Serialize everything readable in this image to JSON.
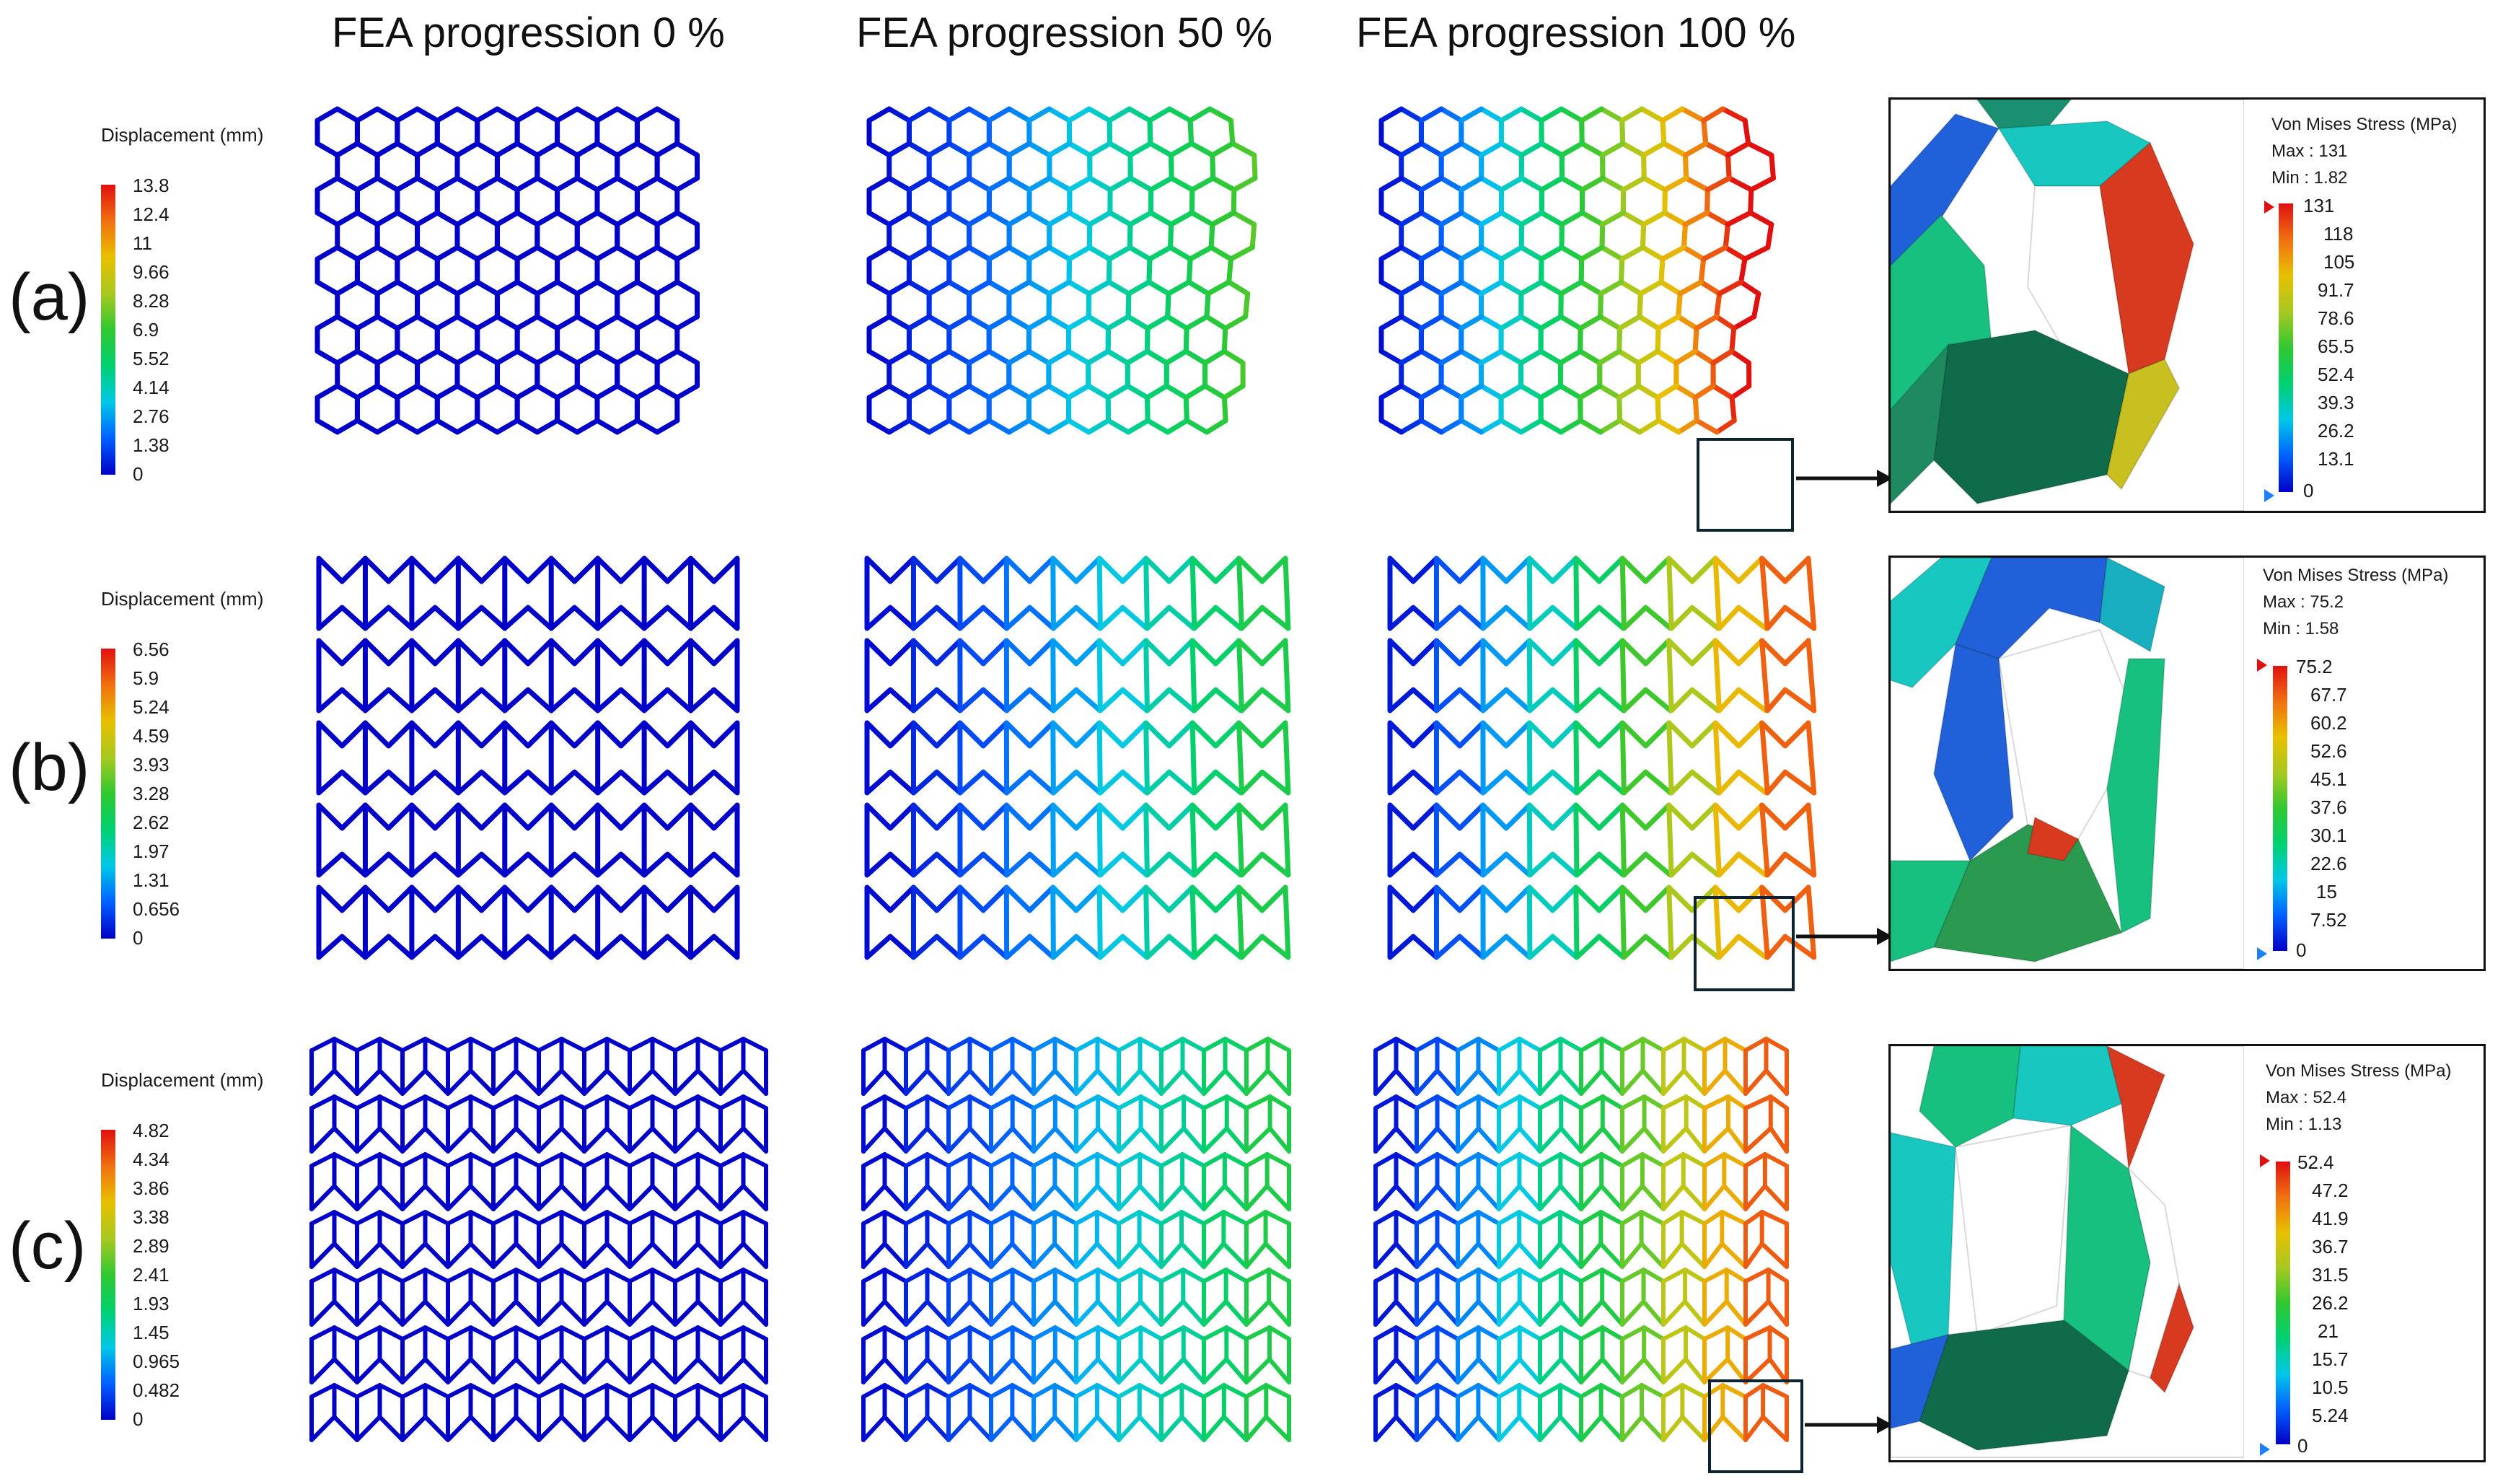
{
  "columns": [
    "FEA progression 0 %",
    "FEA progression 50 %",
    "FEA progression 100 %"
  ],
  "rows": [
    {
      "label": "(a)",
      "lattice": "hex",
      "legend_title": "Displacement (mm)",
      "legend_ticks": [
        "13.8",
        "12.4",
        "11",
        "9.66",
        "8.28",
        "6.9",
        "5.52",
        "4.14",
        "2.76",
        "1.38",
        "0"
      ],
      "stress": {
        "title": "Von Mises Stress (MPa)",
        "max": "Max : 131",
        "min": "Min : 1.82",
        "ticks": [
          "131",
          "118",
          "105",
          "91.7",
          "78.6",
          "65.5",
          "52.4",
          "39.3",
          "26.2",
          "13.1",
          "0"
        ]
      }
    },
    {
      "label": "(b)",
      "lattice": "reentrant",
      "legend_title": "Displacement (mm)",
      "legend_ticks": [
        "6.56",
        "5.9",
        "5.24",
        "4.59",
        "3.93",
        "3.28",
        "2.62",
        "1.97",
        "1.31",
        "0.656",
        "0"
      ],
      "stress": {
        "title": "Von Mises Stress (MPa)",
        "max": "Max : 75.2",
        "min": "Min : 1.58",
        "ticks": [
          "75.2",
          "67.7",
          "60.2",
          "52.6",
          "45.1",
          "37.6",
          "30.1",
          "22.6",
          "15",
          "7.52",
          "0"
        ]
      }
    },
    {
      "label": "(c)",
      "lattice": "chiral",
      "legend_title": "Displacement (mm)",
      "legend_ticks": [
        "4.82",
        "4.34",
        "3.86",
        "3.38",
        "2.89",
        "2.41",
        "1.93",
        "1.45",
        "0.965",
        "0.482",
        "0"
      ],
      "stress": {
        "title": "Von Mises Stress (MPa)",
        "max": "Max : 52.4",
        "min": "Min : 1.13",
        "ticks": [
          "52.4",
          "47.2",
          "41.9",
          "36.7",
          "31.5",
          "26.2",
          "21",
          "15.7",
          "10.5",
          "5.24",
          "0"
        ]
      }
    }
  ],
  "colors": {
    "rainbow": [
      "#0000c8",
      "#0060ff",
      "#00c8e8",
      "#00d070",
      "#30c830",
      "#a8c820",
      "#e8c000",
      "#f07010",
      "#e01010"
    ],
    "frame": "#0d2430",
    "arrow": "#111111"
  }
}
